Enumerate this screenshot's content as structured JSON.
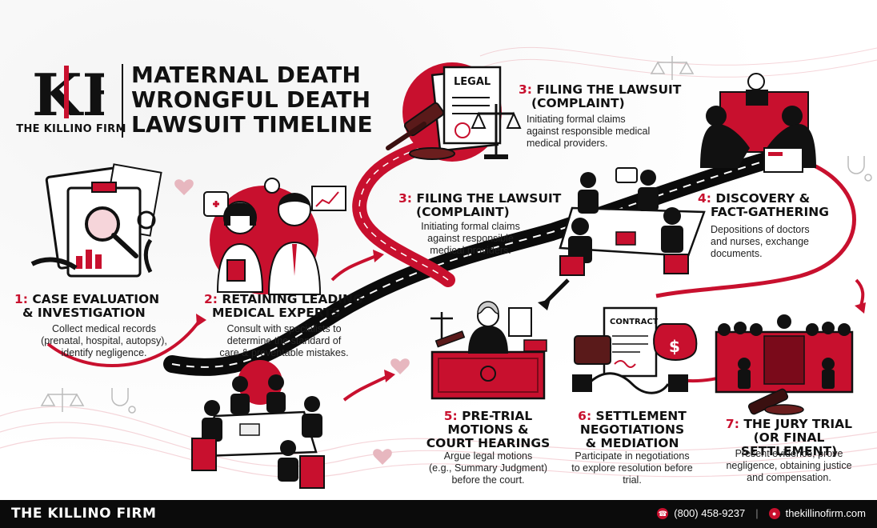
{
  "header": {
    "logo_letters": "KF",
    "firm_name": "THE KILLINO FIRM",
    "title_lines": [
      "MATERNAL DEATH",
      "WRONGFUL DEATH",
      "LAWSUIT TIMELINE"
    ]
  },
  "steps": [
    {
      "num": "1:",
      "title_lines": [
        "CASE EVALUATION",
        "& INVESTIGATION"
      ],
      "desc_lines": [
        "Collect medical records",
        "(prenatal, hospital, autopsy),",
        "identify negligence."
      ]
    },
    {
      "num": "2:",
      "title_lines": [
        "RETAINING LEADING",
        "MEDICAL EXPERTS"
      ],
      "desc_lines": [
        "Consult with specialists to",
        "determine the standard of",
        "care & preventable mistakes."
      ]
    },
    {
      "num": "3:",
      "title_lines": [
        "FILING THE LAWSUIT",
        "(COMPLAINT)"
      ],
      "desc_lines": [
        "Initiating formal claims",
        "against responsible",
        "medical providers."
      ]
    },
    {
      "num": "3:",
      "title_lines": [
        "FILING THE LAWSUIT",
        "(COMPLAINT)"
      ],
      "desc_lines": [
        "Initiating formal claims",
        "against responsible medical",
        "medical providers."
      ]
    },
    {
      "num": "4:",
      "title_lines": [
        "DISCOVERY &",
        "FACT-GATHERING"
      ],
      "desc_lines": [
        "Depositions of doctors",
        "and nurses, exchange",
        "documents."
      ]
    },
    {
      "num": "5:",
      "title_lines": [
        "PRE-TRIAL",
        "MOTIONS &",
        "COURT HEARINGS"
      ],
      "desc_lines": [
        "Argue legal motions",
        "(e.g., Summary Judgment)",
        "before the court."
      ]
    },
    {
      "num": "6:",
      "title_lines": [
        "SETTLEMENT",
        "NEGOTIATIONS",
        "& MEDIATION"
      ],
      "desc_lines": [
        "Participate in negotiations",
        "to explore resolution before",
        "trial."
      ]
    },
    {
      "num": "7:",
      "title_lines": [
        "THE JURY TRIAL",
        "(OR FINAL SETTLEMENT)"
      ],
      "desc_lines": [
        "Present evidence, prove",
        "negligence, obtaining justice",
        "and compensation."
      ]
    }
  ],
  "illustration_labels": {
    "legal_document": "LEGAL",
    "contract": "CONTRACT"
  },
  "footer": {
    "brand": "THE KILLINO FIRM",
    "phone": "(800) 458-9237",
    "website": "thekillinofirm.com",
    "separator": "|"
  },
  "colors": {
    "accent_red": "#c8102e",
    "dark": "#111111",
    "footer_bg": "#0b0b0b"
  },
  "icons": [
    "scales-of-justice-icon",
    "stethoscope-icon",
    "heart-rate-icon",
    "gavel-icon",
    "phone-icon",
    "globe-icon",
    "arrow-icon"
  ]
}
